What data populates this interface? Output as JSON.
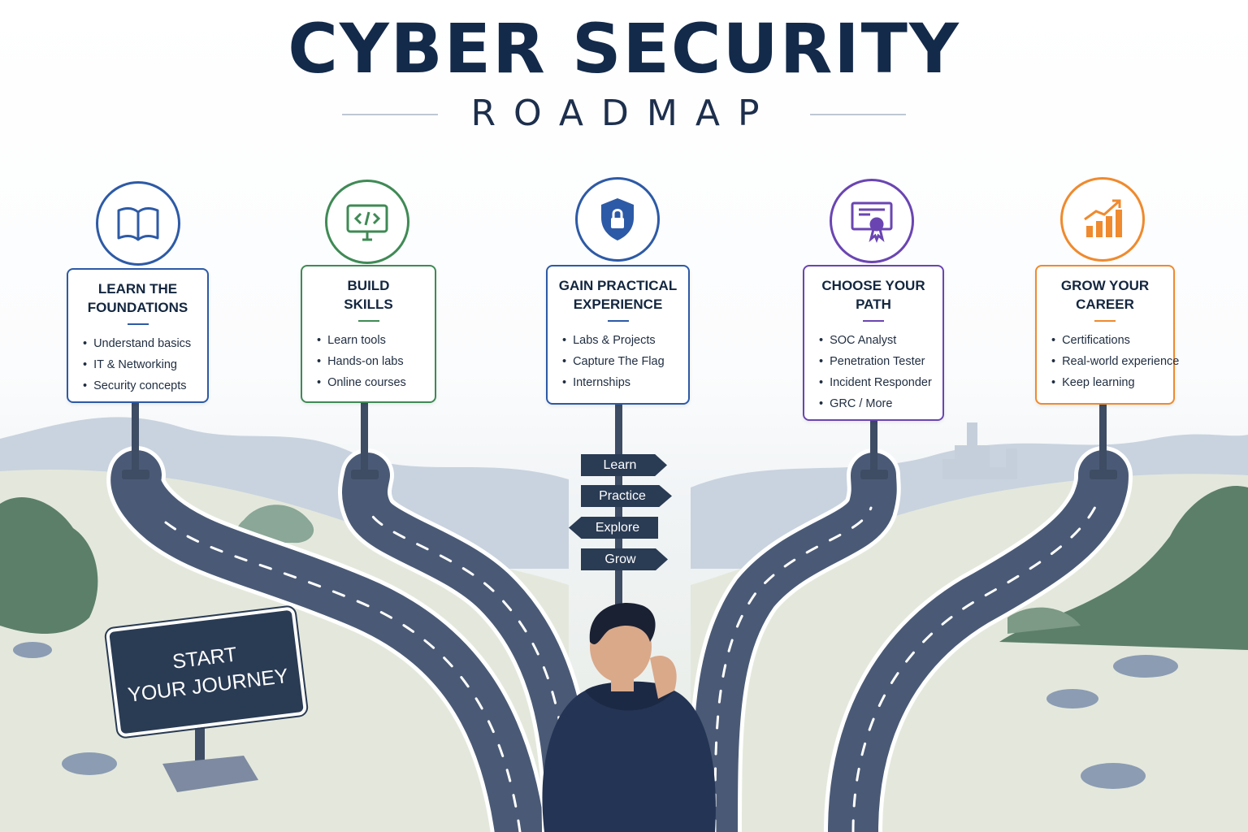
{
  "header": {
    "title": "CYBER SECURITY",
    "subtitle": "ROADMAP"
  },
  "colors": {
    "navy": "#132a4a",
    "blue": "#2d5aa6",
    "green": "#3f8a55",
    "purple": "#6a45b2",
    "orange": "#ef8a2e",
    "road": "#4a5a76",
    "sign": "#2a3b54"
  },
  "stages": [
    {
      "icon": "book-icon",
      "color": "#2d5aa6",
      "title_lines": [
        "LEARN THE",
        "FOUNDATIONS"
      ],
      "items": [
        "Understand basics",
        "IT & Networking",
        "Security concepts"
      ]
    },
    {
      "icon": "code-monitor-icon",
      "color": "#3f8a55",
      "title_lines": [
        "BUILD",
        "SKILLS"
      ],
      "items": [
        "Learn tools",
        "Hands-on labs",
        "Online courses"
      ]
    },
    {
      "icon": "shield-lock-icon",
      "color": "#2d5aa6",
      "title_lines": [
        "GAIN PRACTICAL",
        "EXPERIENCE"
      ],
      "items": [
        "Labs & Projects",
        "Capture The Flag",
        "Internships"
      ]
    },
    {
      "icon": "certificate-icon",
      "color": "#6a45b2",
      "title_lines": [
        "CHOOSE YOUR",
        "PATH"
      ],
      "items": [
        "SOC Analyst",
        "Penetration Tester",
        "Incident Responder",
        "GRC / More"
      ]
    },
    {
      "icon": "growth-chart-icon",
      "color": "#ef8a2e",
      "title_lines": [
        "GROW YOUR",
        "CAREER"
      ],
      "items": [
        "Certifications",
        "Real-world experience",
        "Keep learning"
      ]
    }
  ],
  "signpost": {
    "arrows": [
      "Learn",
      "Practice",
      "Explore",
      "Grow"
    ]
  },
  "start_sign": {
    "lines": [
      "START",
      "YOUR JOURNEY"
    ]
  }
}
